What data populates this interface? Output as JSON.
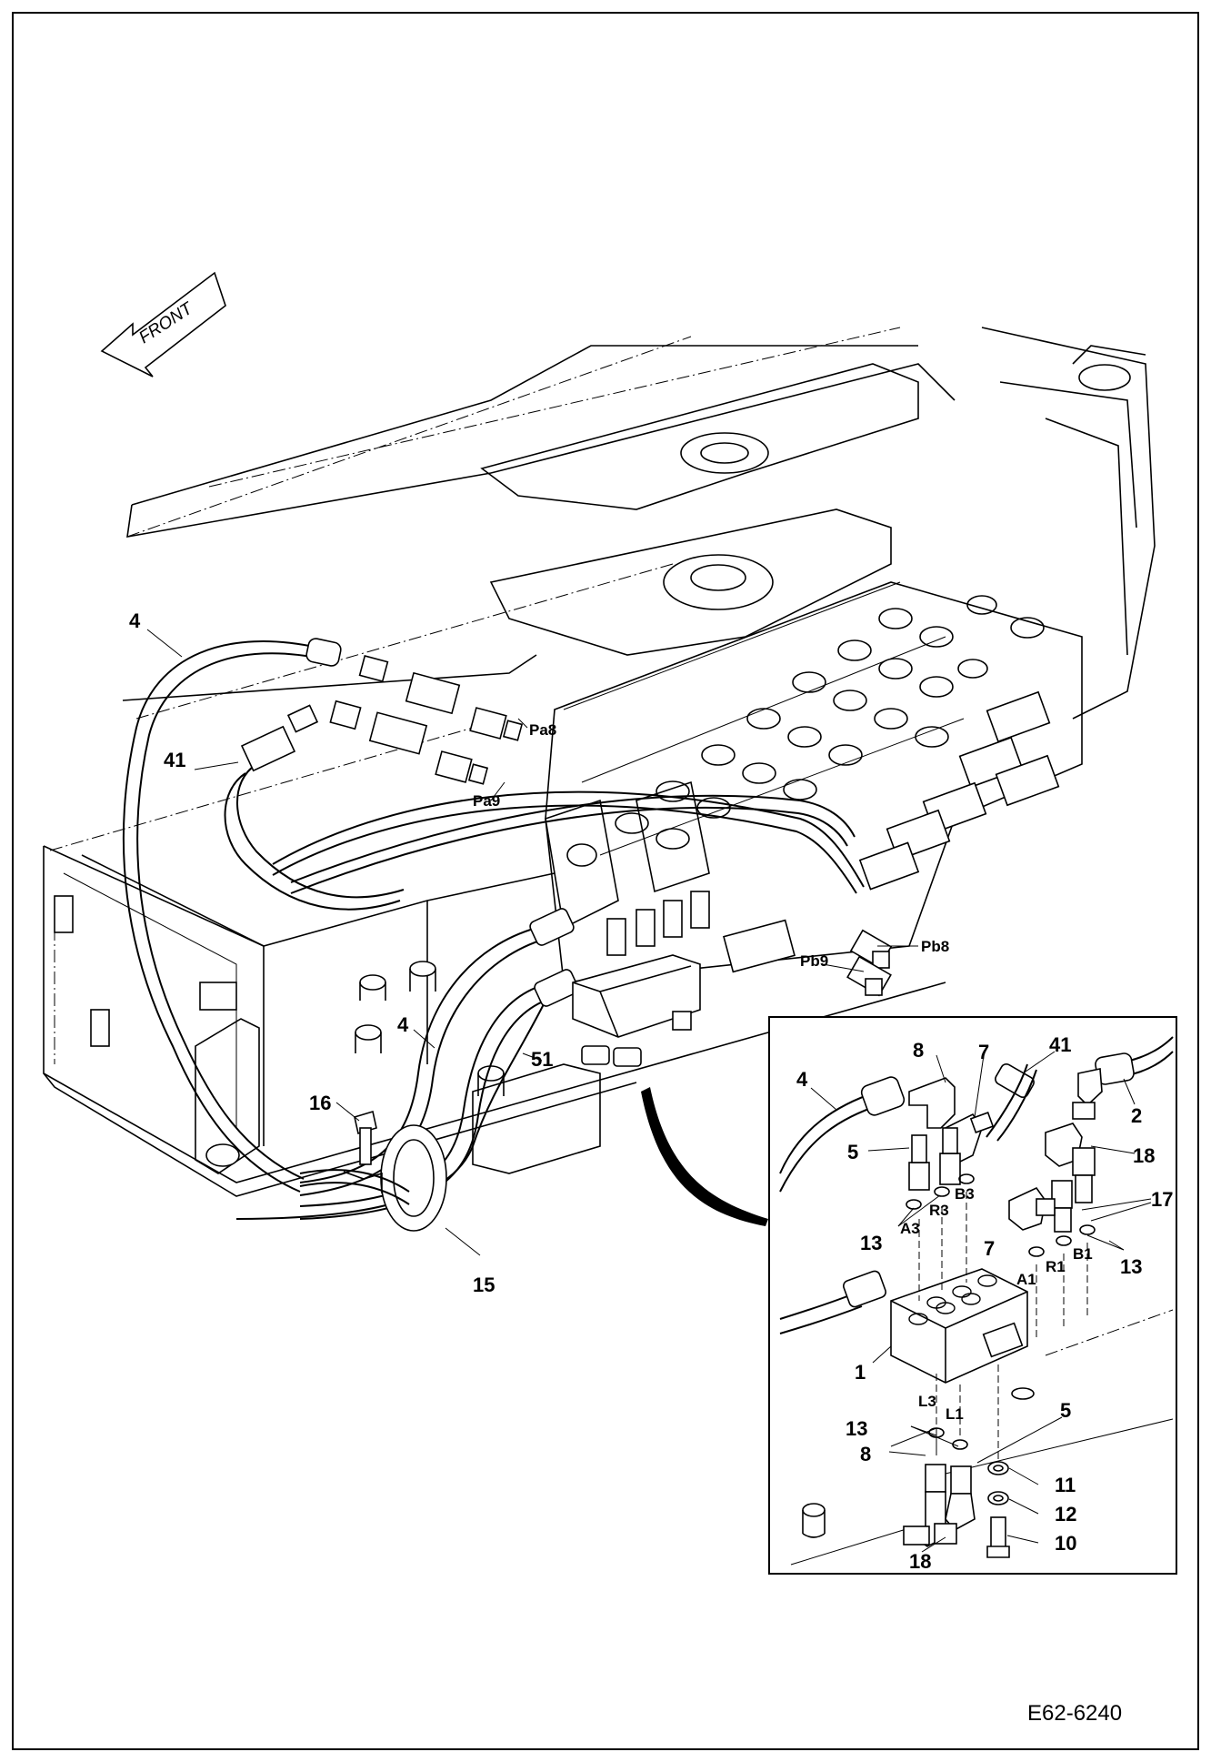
{
  "figure_code": "E62-6240",
  "front_label": "FRONT",
  "main_callouts": [
    "4",
    "41",
    "4",
    "51",
    "16",
    "15"
  ],
  "port_labels": [
    "Pa8",
    "Pa9",
    "Pb8",
    "Pb9"
  ],
  "inset": {
    "callouts": [
      "8",
      "7",
      "41",
      "4",
      "2",
      "5",
      "18",
      "17",
      "13",
      "7",
      "13",
      "1",
      "13",
      "5",
      "8",
      "11",
      "12",
      "10",
      "18"
    ],
    "port_labels": [
      "A3",
      "R3",
      "B3",
      "A1",
      "R1",
      "B1",
      "L3",
      "L1"
    ]
  }
}
